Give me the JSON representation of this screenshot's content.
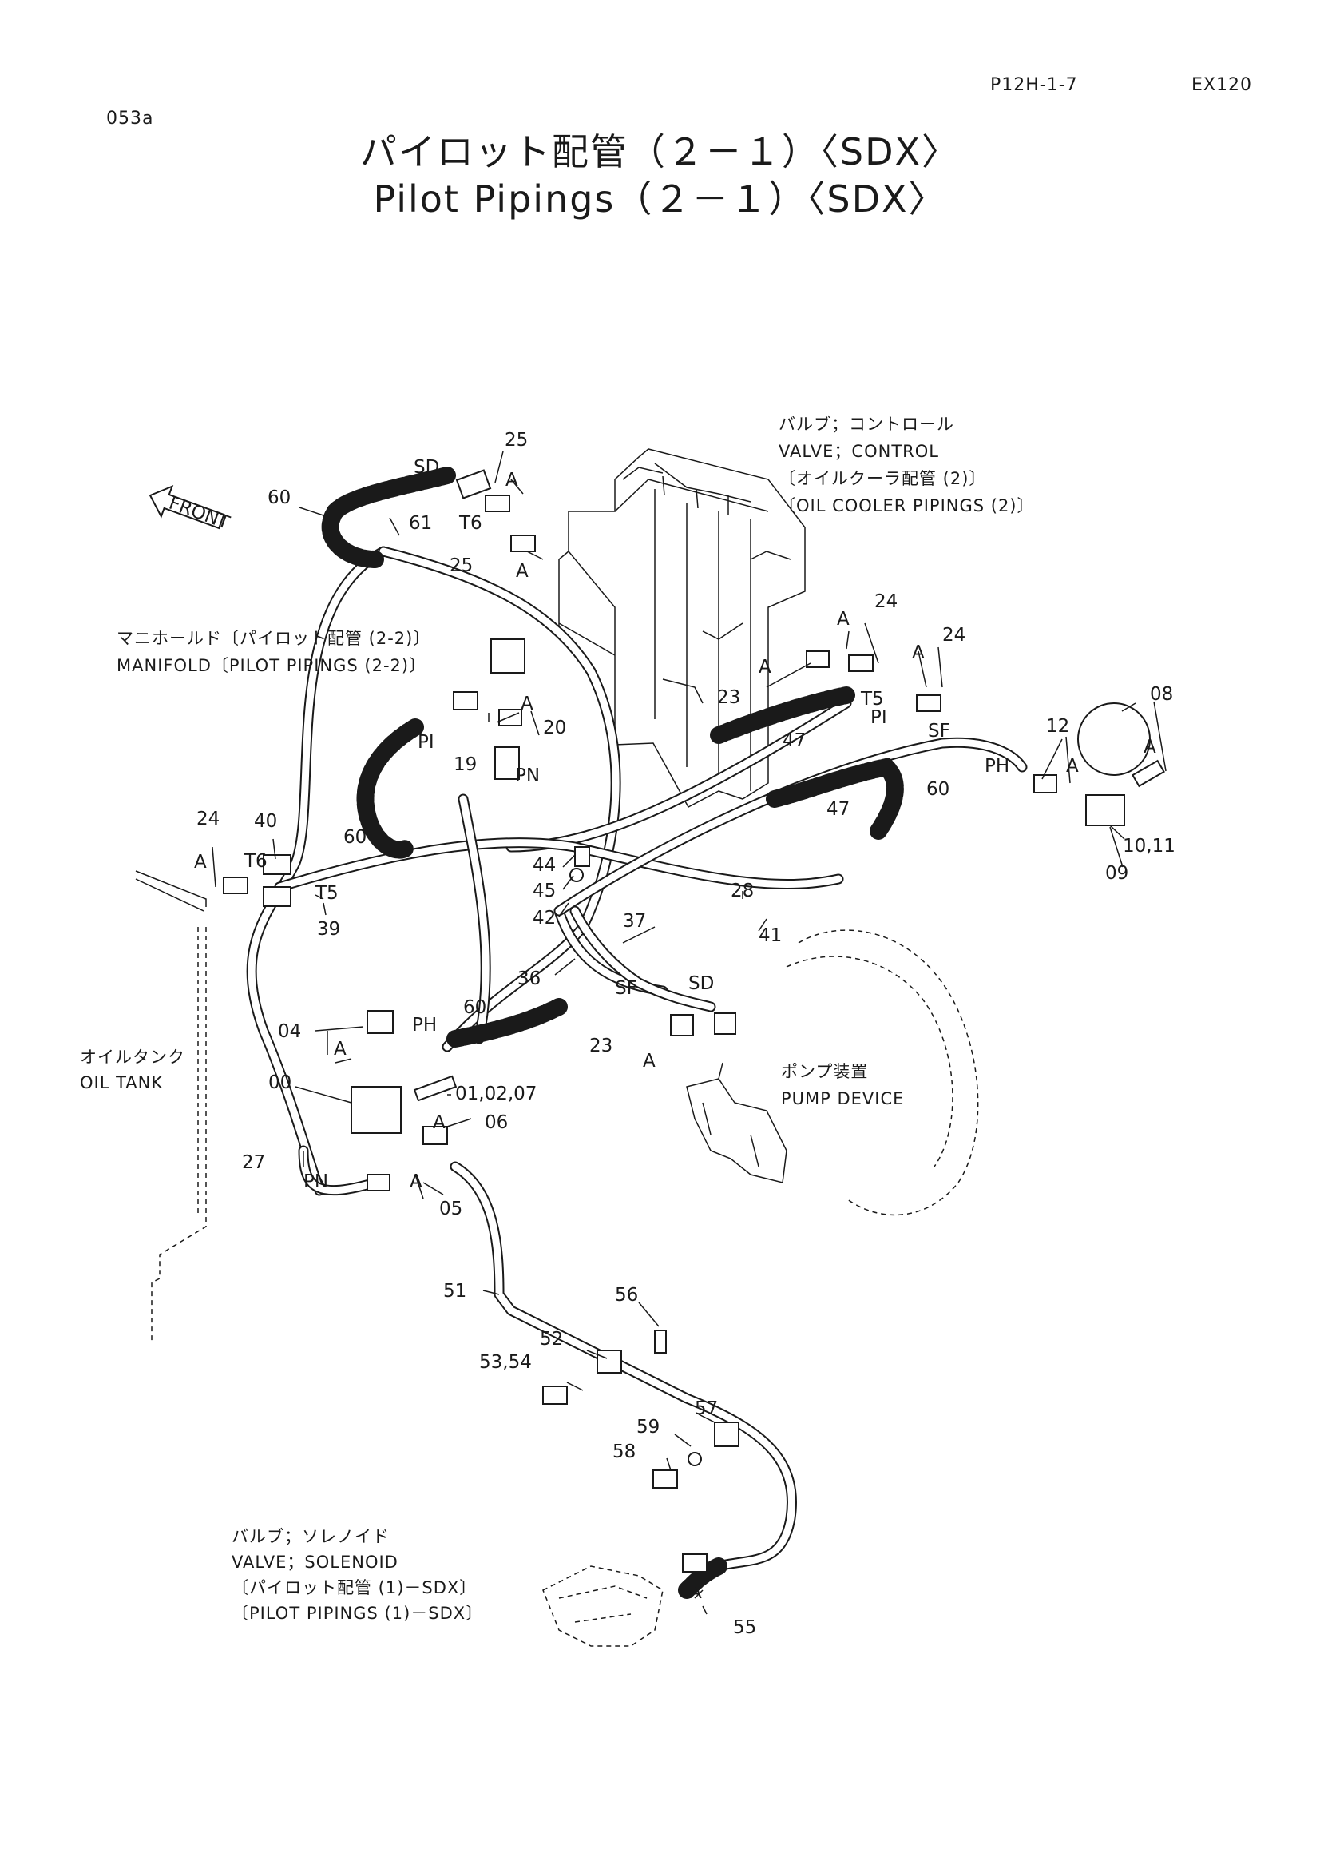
{
  "header": {
    "page_code": "P12H-1-7",
    "model": "EX120",
    "figure_id": "053a",
    "title_jp": "パイロット配管（２－１）〈SDX〉",
    "title_en": "Pilot Pipings（２－１）〈SDX〉"
  },
  "captions": {
    "control_valve": [
      "バルブ；コントロール",
      "VALVE；CONTROL",
      "〔オイルクーラ配管 (2)〕",
      "〔OIL COOLER PIPINGS (2)〕"
    ],
    "manifold": [
      "マニホールド〔パイロット配管 (2-2)〕",
      "MANIFOLD〔PILOT PIPINGS (2-2)〕"
    ],
    "oil_tank": [
      "オイルタンク",
      "OIL TANK"
    ],
    "pump_device": [
      "ポンプ装置",
      "PUMP DEVICE"
    ],
    "solenoid_valve": [
      "バルブ；ソレノイド",
      "VALVE；SOLENOID",
      "〔パイロット配管 (1)－SDX〕",
      "〔PILOT PIPINGS (1)－SDX〕"
    ],
    "front_arrow": "FRONT"
  },
  "callouts": [
    "25",
    "SD",
    "A",
    "60",
    "61",
    "T6",
    "25",
    "A",
    "24",
    "A",
    "24",
    "A",
    "23",
    "A",
    "T5",
    "PI",
    "SF",
    "08",
    "12",
    "A",
    "A",
    "PH",
    "PI",
    "19",
    "20",
    "A",
    "PN",
    "47",
    "47",
    "60",
    "60",
    "10,11",
    "09",
    "24",
    "40",
    "A",
    "T6",
    "T5",
    "39",
    "44",
    "45",
    "42",
    "28",
    "41",
    "37",
    "36",
    "SD",
    "SF",
    "60",
    "23",
    "A",
    "PH",
    "04",
    "A",
    "00",
    "01,02,07",
    "06",
    "A",
    "27",
    "PN",
    "05",
    "A",
    "51",
    "56",
    "52",
    "53,54",
    "57",
    "59",
    "58",
    "A",
    "55"
  ]
}
